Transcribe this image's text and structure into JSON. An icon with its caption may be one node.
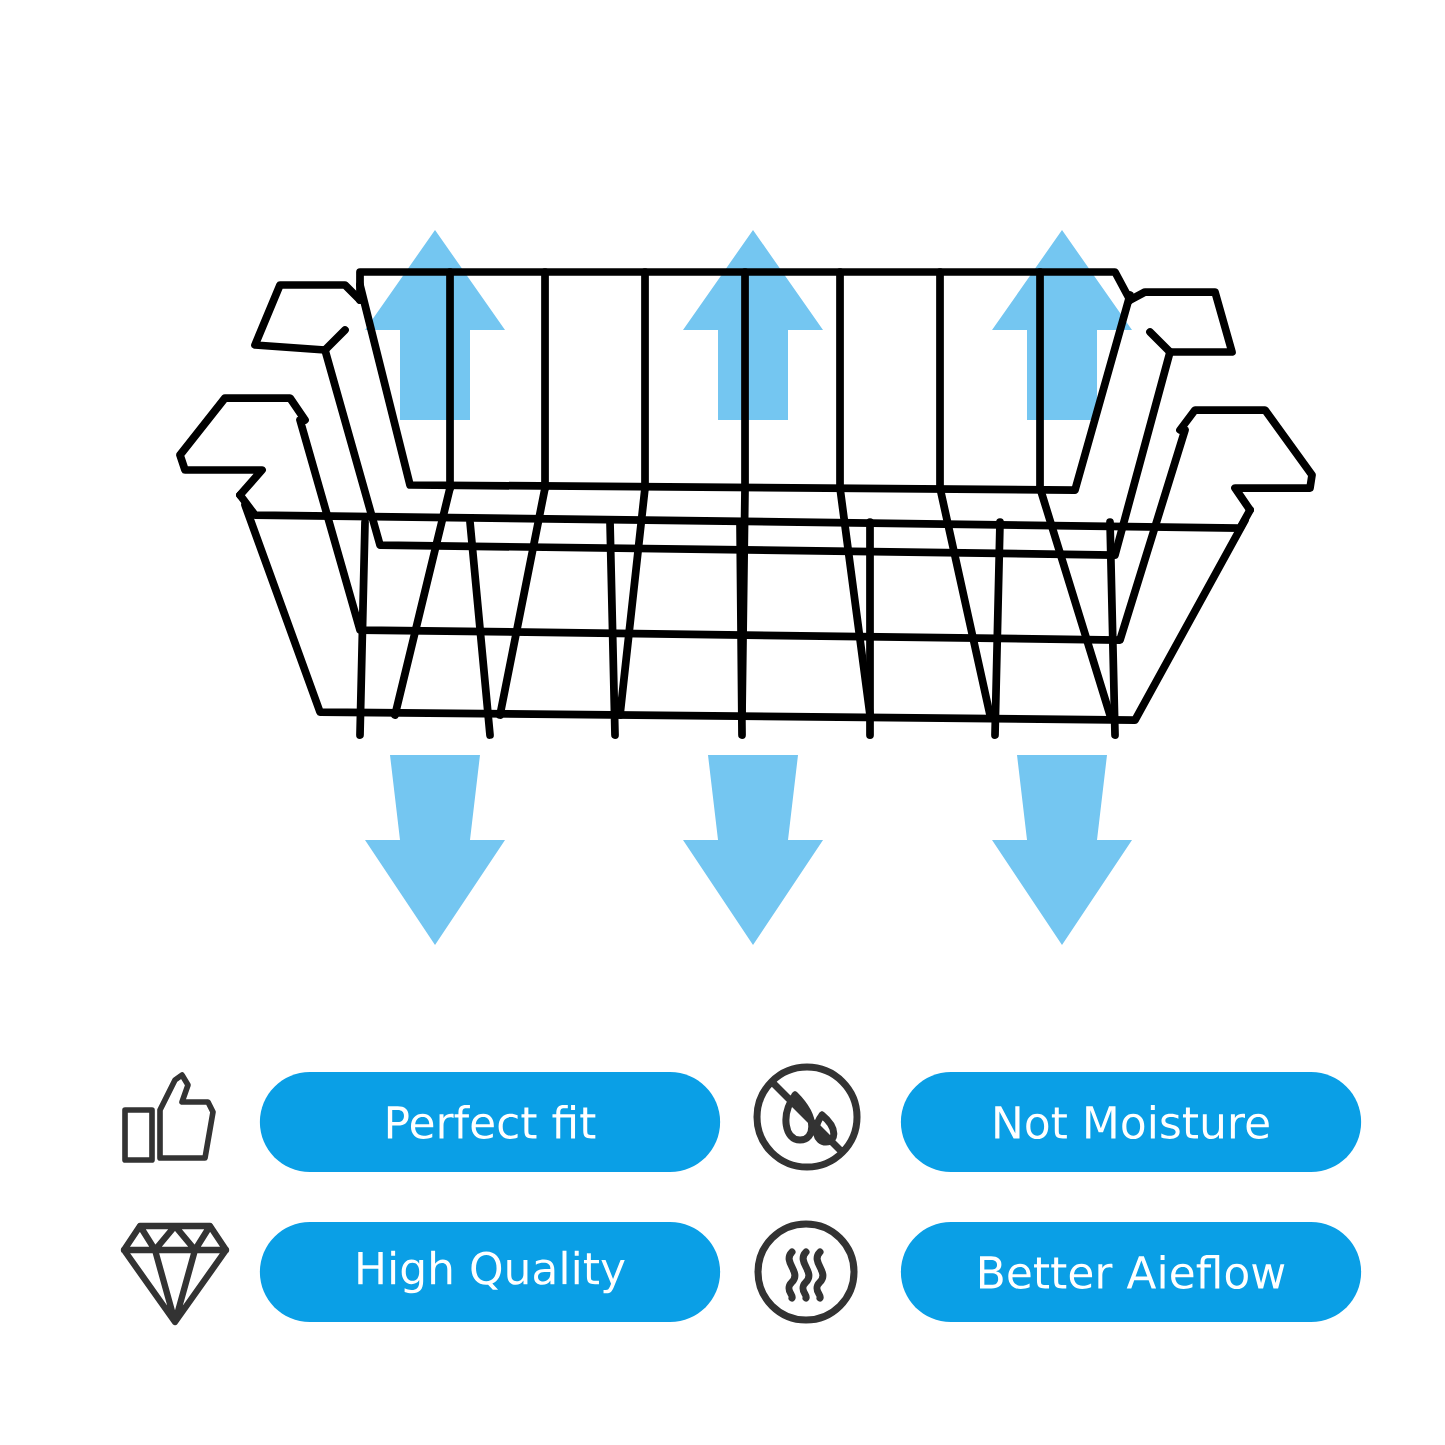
{
  "diagram": {
    "nodes": [
      {
        "text": [
          "Perfect fit"
        ]
      },
      {
        "text": [
          "Not Moisture"
        ]
      },
      {
        "text": [
          "High Quality"
        ]
      },
      {
        "text": [
          "Better Aieflow"
        ]
      }
    ]
  }
}
